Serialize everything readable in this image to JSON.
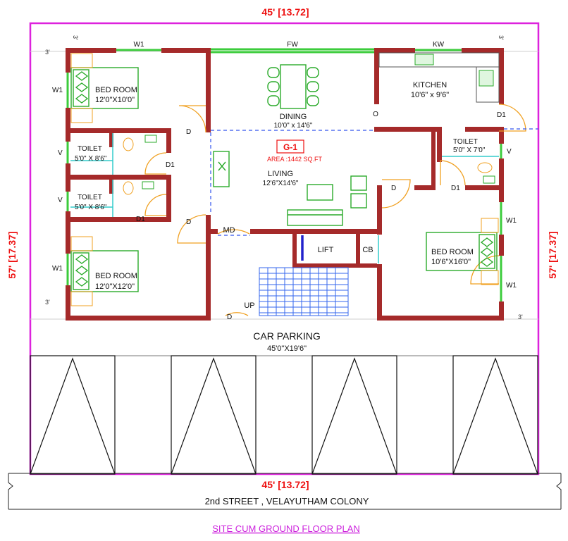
{
  "dimensions": {
    "top_width": "45' [13.72]",
    "bottom_width": "45' [13.72]",
    "left_depth": "57' [17.37]",
    "right_depth": "57' [17.37]",
    "setback_left_top": "3'",
    "setback_left_bottom": "3'",
    "setback_right_bottom": "3'",
    "setback_top_left": "3'",
    "setback_top_right": "3'"
  },
  "unit": {
    "label": "G-1",
    "area": "AREA :1442 SQ.FT"
  },
  "rooms": {
    "bedroom_top_left": {
      "name": "BED ROOM",
      "size": "12'0\"X10'0\""
    },
    "bedroom_bottom_left": {
      "name": "BED ROOM",
      "size": "12'0\"X12'0\""
    },
    "bedroom_right": {
      "name": "BED ROOM",
      "size": "10'6\"X16'0\""
    },
    "toilet_1": {
      "name": "TOILET",
      "size": "5'0\" X 8'6\""
    },
    "toilet_2": {
      "name": "TOILET",
      "size": "5'0\" X 8'6\""
    },
    "toilet_3": {
      "name": "TOILET",
      "size": "5'0\" X 7'0\""
    },
    "kitchen": {
      "name": "KITCHEN",
      "size": "10'6\" x 9'6\""
    },
    "dining": {
      "name": "DINING",
      "size": "10'0\" x 14'6\""
    },
    "living": {
      "name": "LIVING",
      "size": "12'6\"X14'6\""
    },
    "lift": {
      "name": "LIFT"
    },
    "cb": {
      "name": "CB"
    },
    "md": {
      "name": "MD"
    },
    "up": {
      "name": "UP"
    }
  },
  "openings": {
    "w1_top": "W1",
    "fw": "FW",
    "kw": "KW",
    "w1_left_top": "W1",
    "w1_left_bottom": "W1",
    "w1_right_top": "W1",
    "w1_right_bottom": "W1",
    "v_1": "V",
    "v_2": "V",
    "v_3": "V",
    "o": "O",
    "d_kitchen": "D1",
    "d_toilet1": "D1",
    "d_toilet2": "D1",
    "d_right_toilet": "D1",
    "d_corridor_1": "D",
    "d_corridor_2": "D",
    "d_bedright": "D",
    "d_bottom": "D"
  },
  "parking": {
    "name": "CAR PARKING",
    "size": "45'0\"X19'6\""
  },
  "street": "2nd  STREET , VELAYUTHAM  COLONY",
  "title": "SITE CUM GROUND FLOOR PLAN",
  "colors": {
    "boundary": "#dd22dd",
    "wall": "#a52a2a",
    "window": "#3ccc3c",
    "door": "#f0a020",
    "dimension": "#ee1111",
    "lift": "#2222cc"
  }
}
